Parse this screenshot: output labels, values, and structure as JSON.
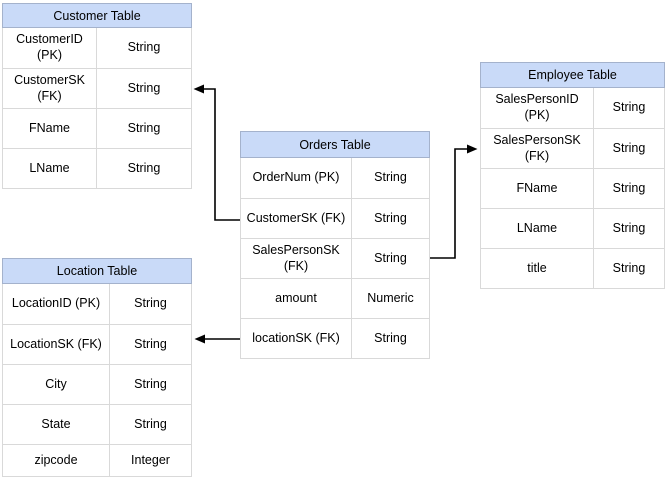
{
  "diagram": {
    "type": "entity-relationship",
    "colors": {
      "header_fill": "#c9daf8",
      "header_border": "#a4b2cc",
      "cell_border": "#d9d9d9",
      "connector": "#000000",
      "text": "#000000",
      "background": "#ffffff"
    },
    "tables": [
      {
        "title": "Customer Table",
        "rows": [
          {
            "field": "CustomerID (PK)",
            "type": "String"
          },
          {
            "field": "CustomerSK\n(FK)",
            "type": "String"
          },
          {
            "field": "FName",
            "type": "String"
          },
          {
            "field": "LName",
            "type": "String"
          }
        ]
      },
      {
        "title": "Orders Table",
        "rows": [
          {
            "field": "OrderNum (PK)",
            "type": "String"
          },
          {
            "field": "CustomerSK (FK)",
            "type": "String"
          },
          {
            "field": "SalesPersonSK\n(FK)",
            "type": "String"
          },
          {
            "field": "amount",
            "type": "Numeric"
          },
          {
            "field": "locationSK (FK)",
            "type": "String"
          }
        ]
      },
      {
        "title": "Employee Table",
        "rows": [
          {
            "field": "SalesPersonID (PK)",
            "type": "String"
          },
          {
            "field": "SalesPersonSK\n(FK)",
            "type": "String"
          },
          {
            "field": "FName",
            "type": "String"
          },
          {
            "field": "LName",
            "type": "String"
          },
          {
            "field": "title",
            "type": "String"
          }
        ]
      },
      {
        "title": "Location Table",
        "rows": [
          {
            "field": "LocationID (PK)",
            "type": "String"
          },
          {
            "field": "LocationSK (FK)",
            "type": "String"
          },
          {
            "field": "City",
            "type": "String"
          },
          {
            "field": "State",
            "type": "String"
          },
          {
            "field": "zipcode",
            "type": "Integer"
          }
        ]
      }
    ],
    "relationships": [
      {
        "from_table": "Orders Table",
        "from_field": "CustomerSK (FK)",
        "to_table": "Customer Table",
        "to_field": "CustomerSK (FK)"
      },
      {
        "from_table": "Orders Table",
        "from_field": "SalesPersonSK (FK)",
        "to_table": "Employee Table",
        "to_field": "SalesPersonSK (FK)"
      },
      {
        "from_table": "Orders Table",
        "from_field": "locationSK (FK)",
        "to_table": "Location Table",
        "to_field": "LocationSK (FK)"
      }
    ]
  }
}
